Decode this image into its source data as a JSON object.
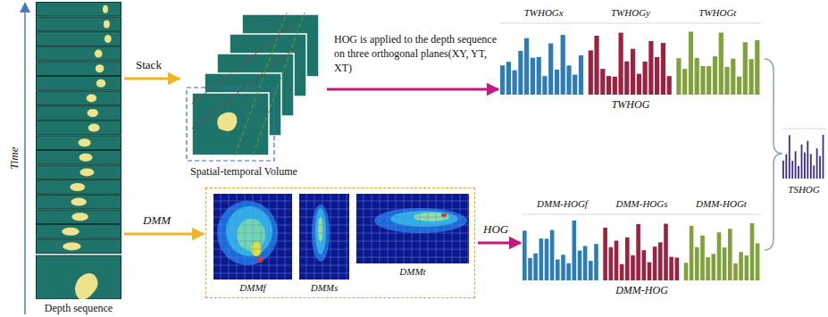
{
  "diagram": {
    "nodes": [
      {
        "text": [
          "Depth sequence"
        ]
      },
      {
        "text": [
          "Spatial-temporal Volume"
        ]
      },
      {
        "text": [
          "TWHOGx",
          "TWHOGy",
          "TWHOGt",
          "TWHOG"
        ]
      },
      {
        "text": []
      },
      {
        "text": [
          "DMMf"
        ],
        "in": 3
      },
      {
        "text": [
          "DMMs"
        ],
        "in": 3
      },
      {
        "text": [
          "DMMt"
        ],
        "in": 3
      },
      {
        "text": [
          "DMM-HOGf",
          "DMM-HOGs",
          "DMM-HOGt",
          "DMM-HOG"
        ]
      },
      {
        "text": [
          "TSHOG"
        ]
      }
    ],
    "edges": [
      {
        "from": 0,
        "to": 1,
        "arrow": "to",
        "label": "Stack"
      },
      {
        "from": 0,
        "to": 3,
        "arrow": "to",
        "label": "DMM"
      },
      {
        "from": 1,
        "to": 2,
        "arrow": "to",
        "label": "HOG is applied to the depth sequence on three orthogonal planes(XY, YT, XT)"
      },
      {
        "from": 3,
        "to": 7,
        "arrow": "to",
        "label": "HOG"
      }
    ],
    "labels": [
      "Time"
    ]
  }
}
